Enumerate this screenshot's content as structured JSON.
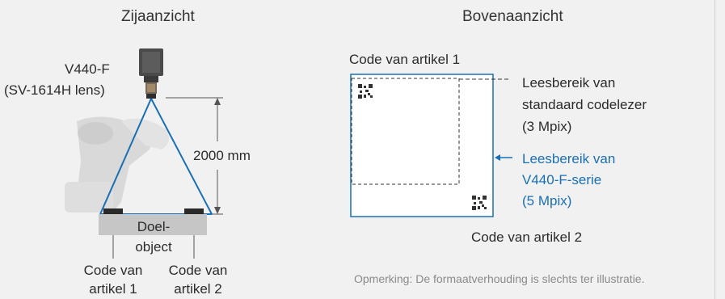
{
  "side_view": {
    "title": "Zijaanzicht",
    "camera_model": "V440-F",
    "camera_lens": "(SV-1614H lens)",
    "distance": "2000 mm",
    "target_line1": "Doel-",
    "target_line2": "object",
    "code1_line1": "Code van",
    "code1_line2": "artikel 1",
    "code2_line1": "Code van",
    "code2_line2": "artikel 2"
  },
  "top_view": {
    "title": "Bovenaanzicht",
    "code1_label": "Code van artikel 1",
    "code2_label": "Code van artikel 2",
    "standard_line1": "Leesbereik van",
    "standard_line2": "standaard codelezer",
    "standard_line3": "(3 Mpix)",
    "v440_line1": "Leesbereik van",
    "v440_line2": "V440-F-serie",
    "v440_line3": "(5 Mpix)"
  },
  "note": "Opmerking: De formaatverhouding is slechts ter illustratie.",
  "colors": {
    "blue": "#1a6fb4",
    "text": "#2b2b2b",
    "background": "#f1f1f1",
    "note": "#8a8a8a"
  }
}
